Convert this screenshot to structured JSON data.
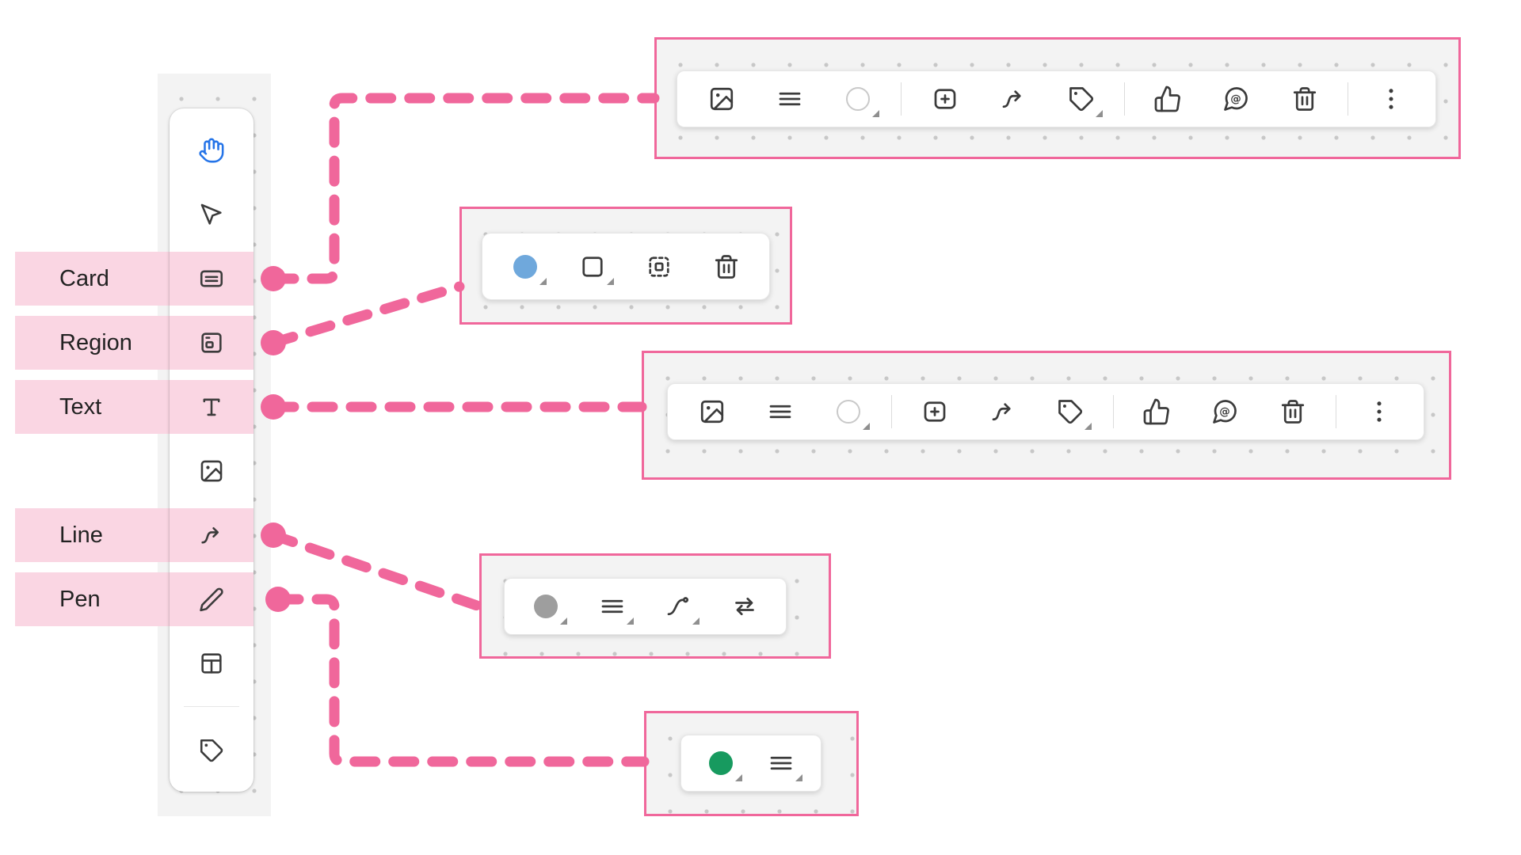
{
  "palette": {
    "accent_pink": "#F0679B",
    "accent_pink_light": "#FAD6E3",
    "active_tool_blue": "#2574E8",
    "icon_gray": "#3B3B3B",
    "canvas_bg": "#F3F3F3",
    "canvas_dot": "#C7C7C7",
    "region_swatch_blue": "#6FA8DC",
    "line_swatch_gray": "#9E9E9E",
    "pen_swatch_green": "#179A5F"
  },
  "tool_panel": {
    "tools": [
      {
        "name": "pan",
        "icon": "hand",
        "active": true
      },
      {
        "name": "select",
        "icon": "cursor"
      },
      {
        "name": "card",
        "icon": "card",
        "highlighted": true,
        "label": "Card"
      },
      {
        "name": "region",
        "icon": "region",
        "highlighted": true,
        "label": "Region"
      },
      {
        "name": "text",
        "icon": "text",
        "highlighted": true,
        "label": "Text"
      },
      {
        "name": "image",
        "icon": "image"
      },
      {
        "name": "line",
        "icon": "line",
        "highlighted": true,
        "label": "Line"
      },
      {
        "name": "pen",
        "icon": "pen",
        "highlighted": true,
        "label": "Pen"
      },
      {
        "name": "table",
        "icon": "table"
      },
      {
        "name": "tag",
        "icon": "tag",
        "divider_before": true
      }
    ]
  },
  "toolbars": [
    {
      "id": "card-toolbar",
      "items": [
        {
          "name": "insert-image",
          "icon": "image"
        },
        {
          "name": "text-style",
          "icon": "text-lines"
        },
        {
          "name": "fill-color",
          "icon": "swatch",
          "empty": true,
          "dropdown": true
        },
        {
          "type": "divider"
        },
        {
          "name": "add-card",
          "icon": "plus-square"
        },
        {
          "name": "connector",
          "icon": "line"
        },
        {
          "name": "add-tag",
          "icon": "tag",
          "dropdown": true
        },
        {
          "type": "divider"
        },
        {
          "name": "react",
          "icon": "thumbs-up"
        },
        {
          "name": "comment",
          "icon": "comment-at"
        },
        {
          "name": "delete",
          "icon": "trash"
        },
        {
          "type": "divider"
        },
        {
          "name": "more",
          "icon": "dots-vertical"
        }
      ]
    },
    {
      "id": "region-toolbar",
      "items": [
        {
          "name": "region-color",
          "icon": "swatch",
          "color": "#6FA8DC",
          "dropdown": true
        },
        {
          "name": "region-shape",
          "icon": "square",
          "dropdown": true
        },
        {
          "name": "select-contents",
          "icon": "select-dashed"
        },
        {
          "name": "delete",
          "icon": "trash"
        }
      ]
    },
    {
      "id": "text-toolbar",
      "items": [
        {
          "name": "insert-image",
          "icon": "image"
        },
        {
          "name": "text-style",
          "icon": "text-lines"
        },
        {
          "name": "fill-color",
          "icon": "swatch",
          "empty": true,
          "dropdown": true
        },
        {
          "type": "divider"
        },
        {
          "name": "add-card",
          "icon": "plus-square"
        },
        {
          "name": "connector",
          "icon": "line"
        },
        {
          "name": "add-tag",
          "icon": "tag",
          "dropdown": true
        },
        {
          "type": "divider"
        },
        {
          "name": "react",
          "icon": "thumbs-up"
        },
        {
          "name": "comment",
          "icon": "comment-at"
        },
        {
          "name": "delete",
          "icon": "trash"
        },
        {
          "type": "divider"
        },
        {
          "name": "more",
          "icon": "dots-vertical"
        }
      ]
    },
    {
      "id": "line-toolbar",
      "items": [
        {
          "name": "line-color",
          "icon": "swatch",
          "color": "#9E9E9E",
          "dropdown": true
        },
        {
          "name": "line-weight",
          "icon": "lines",
          "dropdown": true
        },
        {
          "name": "line-curve",
          "icon": "curve",
          "dropdown": true
        },
        {
          "name": "line-endpoints",
          "icon": "arrows-lr"
        }
      ]
    },
    {
      "id": "pen-toolbar",
      "items": [
        {
          "name": "pen-color",
          "icon": "swatch",
          "color": "#179A5F",
          "dropdown": true
        },
        {
          "name": "pen-weight",
          "icon": "lines",
          "dropdown": true
        }
      ]
    }
  ]
}
